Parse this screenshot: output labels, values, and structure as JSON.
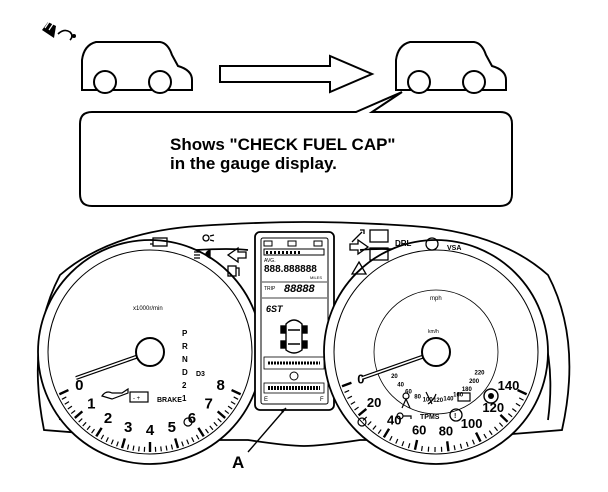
{
  "callout": {
    "line1": "Shows \"CHECK FUEL CAP\"",
    "line2": "in the gauge display."
  },
  "label_a": "A",
  "tachometer": {
    "ticks": [
      "0",
      "1",
      "2",
      "3",
      "4",
      "5",
      "6",
      "7",
      "8"
    ],
    "unit": "x1000r/min",
    "gear_letters": [
      "P",
      "R",
      "N",
      "D",
      "2",
      "1"
    ],
    "d3_label": "D3",
    "brake_label": "BRAKE"
  },
  "speedometer": {
    "mph_ticks": [
      "0",
      "20",
      "40",
      "60",
      "80",
      "100",
      "120",
      "140"
    ],
    "kmh_ticks": [
      "20",
      "40",
      "60",
      "80",
      "100",
      "120",
      "140",
      "160",
      "180",
      "200",
      "220"
    ],
    "mph_unit": "mph",
    "kmh_unit": "km/h",
    "drl_label": "DRL",
    "vsa_label": "VSA",
    "tpms_label": "TPMS"
  },
  "info_display": {
    "avg_label": "AVG.",
    "miles_label": "MILES",
    "segments_top": "888.888888",
    "trip_label": "TRIP",
    "odo_segments": "88888",
    "gear_seg": "6ST",
    "fuel_e": "E",
    "fuel_f": "F"
  },
  "colors": {
    "ink": "#000000",
    "paper": "#ffffff",
    "gray": "#999999"
  },
  "icons": [
    "fuel-cap-icon",
    "car-left-icon",
    "right-arrow-icon",
    "car-right-icon"
  ]
}
